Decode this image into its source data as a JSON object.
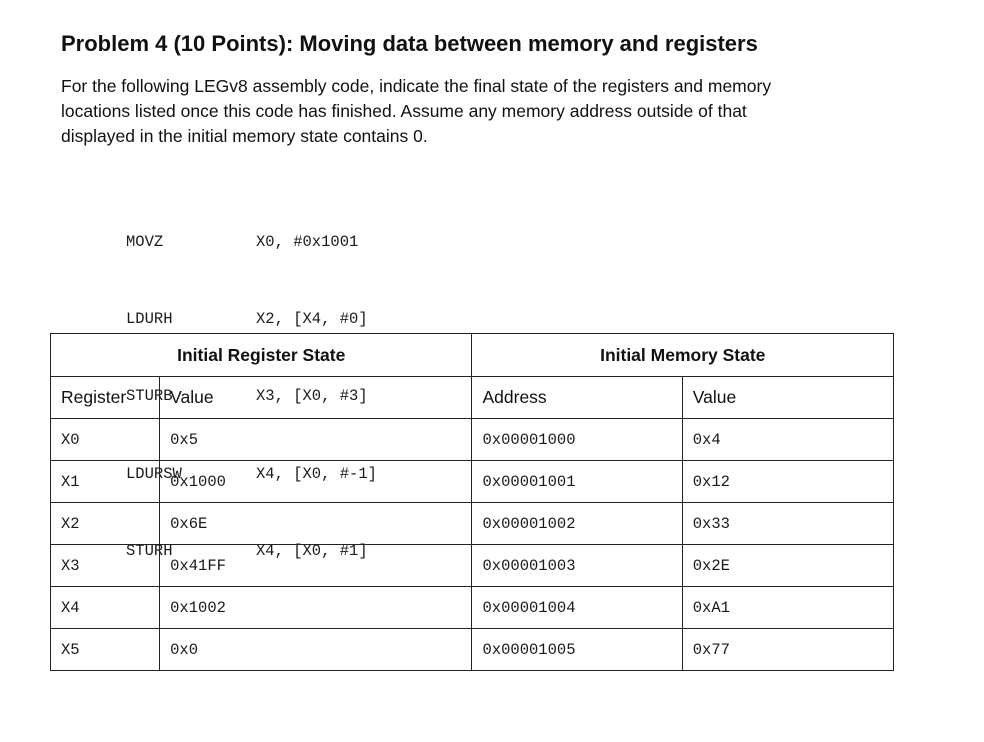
{
  "problem": {
    "title": "Problem 4 (10 Points): Moving data between memory and registers",
    "intro_lines": [
      "For the following LEGv8 assembly code, indicate the final state of the registers and memory",
      "locations listed once this code has finished.  Assume any memory address outside of that",
      "displayed in the initial memory state contains 0."
    ]
  },
  "code": [
    {
      "op": "MOVZ",
      "args": "X0, #0x1001"
    },
    {
      "op": "LDURH",
      "args": "X2, [X4, #0]"
    },
    {
      "op": "STURB",
      "args": "X3, [X0, #3]"
    },
    {
      "op": "LDURSW",
      "args": "X4, [X0, #-1]"
    },
    {
      "op": "STURH",
      "args": "X4, [X0, #1]"
    }
  ],
  "table": {
    "register_group_title": "Initial Register State",
    "memory_group_title": "Initial Memory State",
    "headers": {
      "register": "Register",
      "reg_value": "Value",
      "address": "Address",
      "mem_value": "Value"
    },
    "rows": [
      {
        "register": "X0",
        "reg_value": "0x5",
        "address": "0x00001000",
        "mem_value": "0x4"
      },
      {
        "register": "X1",
        "reg_value": "0x1000",
        "address": "0x00001001",
        "mem_value": "0x12"
      },
      {
        "register": "X2",
        "reg_value": "0x6E",
        "address": "0x00001002",
        "mem_value": "0x33"
      },
      {
        "register": "X3",
        "reg_value": "0x41FF",
        "address": "0x00001003",
        "mem_value": "0x2E"
      },
      {
        "register": "X4",
        "reg_value": "0x1002",
        "address": "0x00001004",
        "mem_value": "0xA1"
      },
      {
        "register": "X5",
        "reg_value": "0x0",
        "address": "0x00001005",
        "mem_value": "0x77"
      }
    ]
  }
}
